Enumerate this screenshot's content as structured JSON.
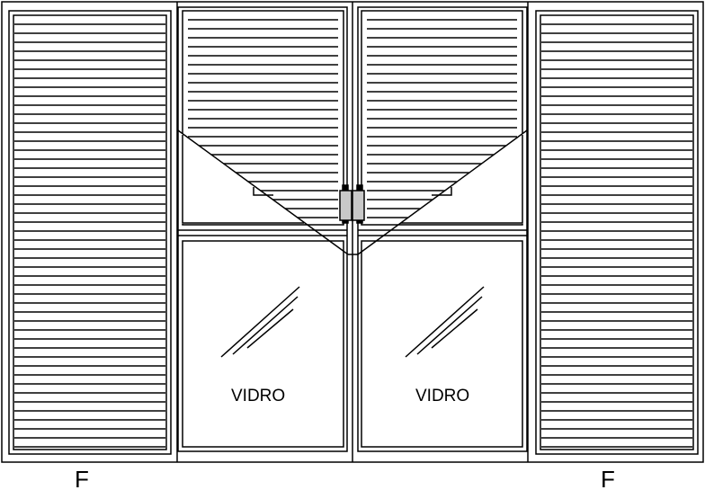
{
  "drawing": {
    "panels": [
      {
        "id": "left-fixed",
        "type": "louver",
        "label": "F"
      },
      {
        "id": "center-left",
        "type": "louver-over-glass",
        "glass_label": "VIDRO"
      },
      {
        "id": "center-right",
        "type": "louver-over-glass",
        "glass_label": "VIDRO"
      },
      {
        "id": "right-fixed",
        "type": "louver",
        "label": "F"
      }
    ],
    "colors": {
      "line": "#000000",
      "latch": "#c8c8c8",
      "background": "#ffffff"
    }
  }
}
